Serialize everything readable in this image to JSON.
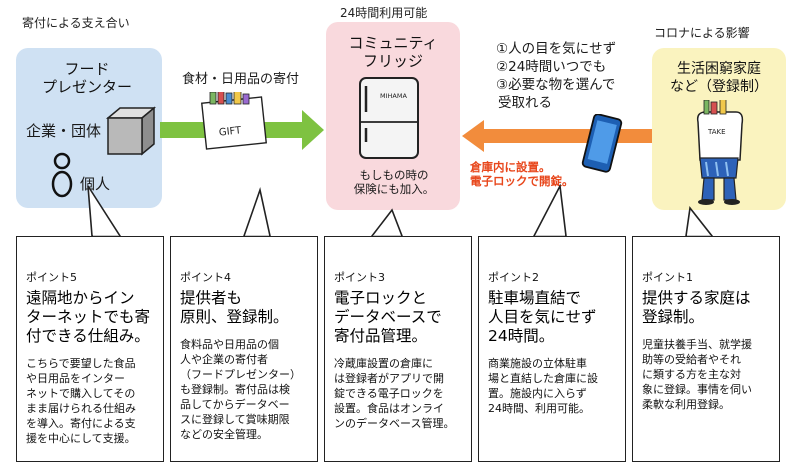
{
  "header": {
    "left_caption": "寄付による支え合い",
    "center_caption": "24時間利用可能",
    "right_caption": "コロナによる影響"
  },
  "panels": {
    "food_presenter": {
      "title": "フード\nプレゼンター",
      "org": "企業・団体",
      "person": "個人"
    },
    "fridge": {
      "title": "コミュニティ\nフリッジ",
      "fridge_label": "MIHAMA",
      "insurance": "もしもの時の\n保険にも加入。"
    },
    "household": {
      "title": "生活困窮家庭\nなど（登録制）",
      "bag_label": "TAKE"
    }
  },
  "arrows": {
    "donation_label": "食材・日用品の寄付",
    "gift_label": "GIFT",
    "usage_list": [
      "①人の目を気にせず",
      "②24時間いつでも",
      "③必要な物を選んで",
      "受取れる"
    ],
    "storage_note": [
      "倉庫内に設置。",
      "電子ロックで開錠。"
    ],
    "accent_color": "#e8471c",
    "green_color": "#7ec241"
  },
  "cards": [
    {
      "point": "ポイント5",
      "headline": "遠隔地からイン\nターネットでも寄\n付できる仕組み。",
      "body": "こちらで要望した食品\nや日用品をインター\nネットで購入してその\nまま届けられる仕組み\nを導入。寄付による支\n援を中心にして支援。"
    },
    {
      "point": "ポイント4",
      "headline": "提供者も\n原則、登録制。",
      "body": "食料品や日用品の個\n人や企業の寄付者\n（フードプレゼンター）\nも登録制。寄付品は検\n品してからデータベー\nスに登録して賞味期限\nなどの安全管理。"
    },
    {
      "point": "ポイント3",
      "headline": "電子ロックと\nデータベースで\n寄付品管理。",
      "body": "冷蔵庫設置の倉庫に\nは登録者がアプリで開\n錠できる電子ロックを\n設置。食品はオンライ\nンのデータベース管理。"
    },
    {
      "point": "ポイント2",
      "headline": "駐車場直結で\n人目を気にせず\n24時間。",
      "body": "商業施設の立体駐車\n場と直結した倉庫に設\n置。施設内に入らず\n24時間、利用可能。"
    },
    {
      "point": "ポイント1",
      "headline": "提供する家庭は\n登録制。",
      "body": "児童扶養手当、就学援\n助等の受給者やそれ\nに類する方を主な対\n象に登録。事情を伺い\n柔軟な利用登録。"
    }
  ]
}
